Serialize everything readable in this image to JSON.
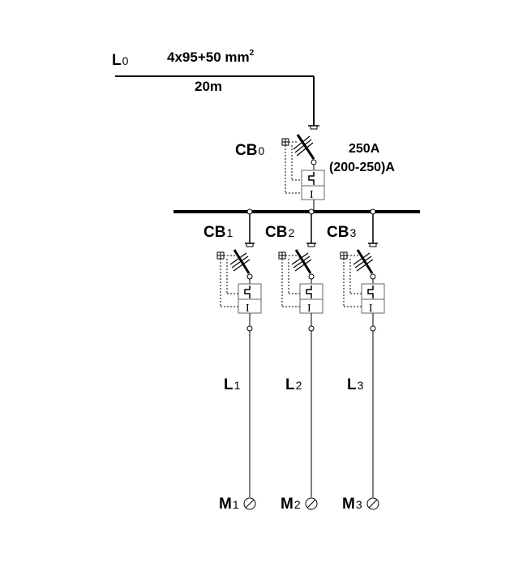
{
  "feeder": {
    "name_main": "L",
    "name_sub": "0",
    "cable": "4x95+50 mm",
    "cable_sup": "2",
    "length": "20m"
  },
  "main_breaker": {
    "name_main": "CB",
    "name_sub": "0",
    "rating": "250A",
    "range": "(200-250)A",
    "trip_symbol": "I"
  },
  "branches": [
    {
      "breaker_main": "CB",
      "breaker_sub": "1",
      "line_main": "L",
      "line_sub": "1",
      "motor_main": "M",
      "motor_sub": "1",
      "trip_symbol": "I"
    },
    {
      "breaker_main": "CB",
      "breaker_sub": "2",
      "line_main": "L",
      "line_sub": "2",
      "motor_main": "M",
      "motor_sub": "2",
      "trip_symbol": "I"
    },
    {
      "breaker_main": "CB",
      "breaker_sub": "3",
      "line_main": "L",
      "line_sub": "3",
      "motor_main": "M",
      "motor_sub": "3",
      "trip_symbol": "I"
    }
  ]
}
